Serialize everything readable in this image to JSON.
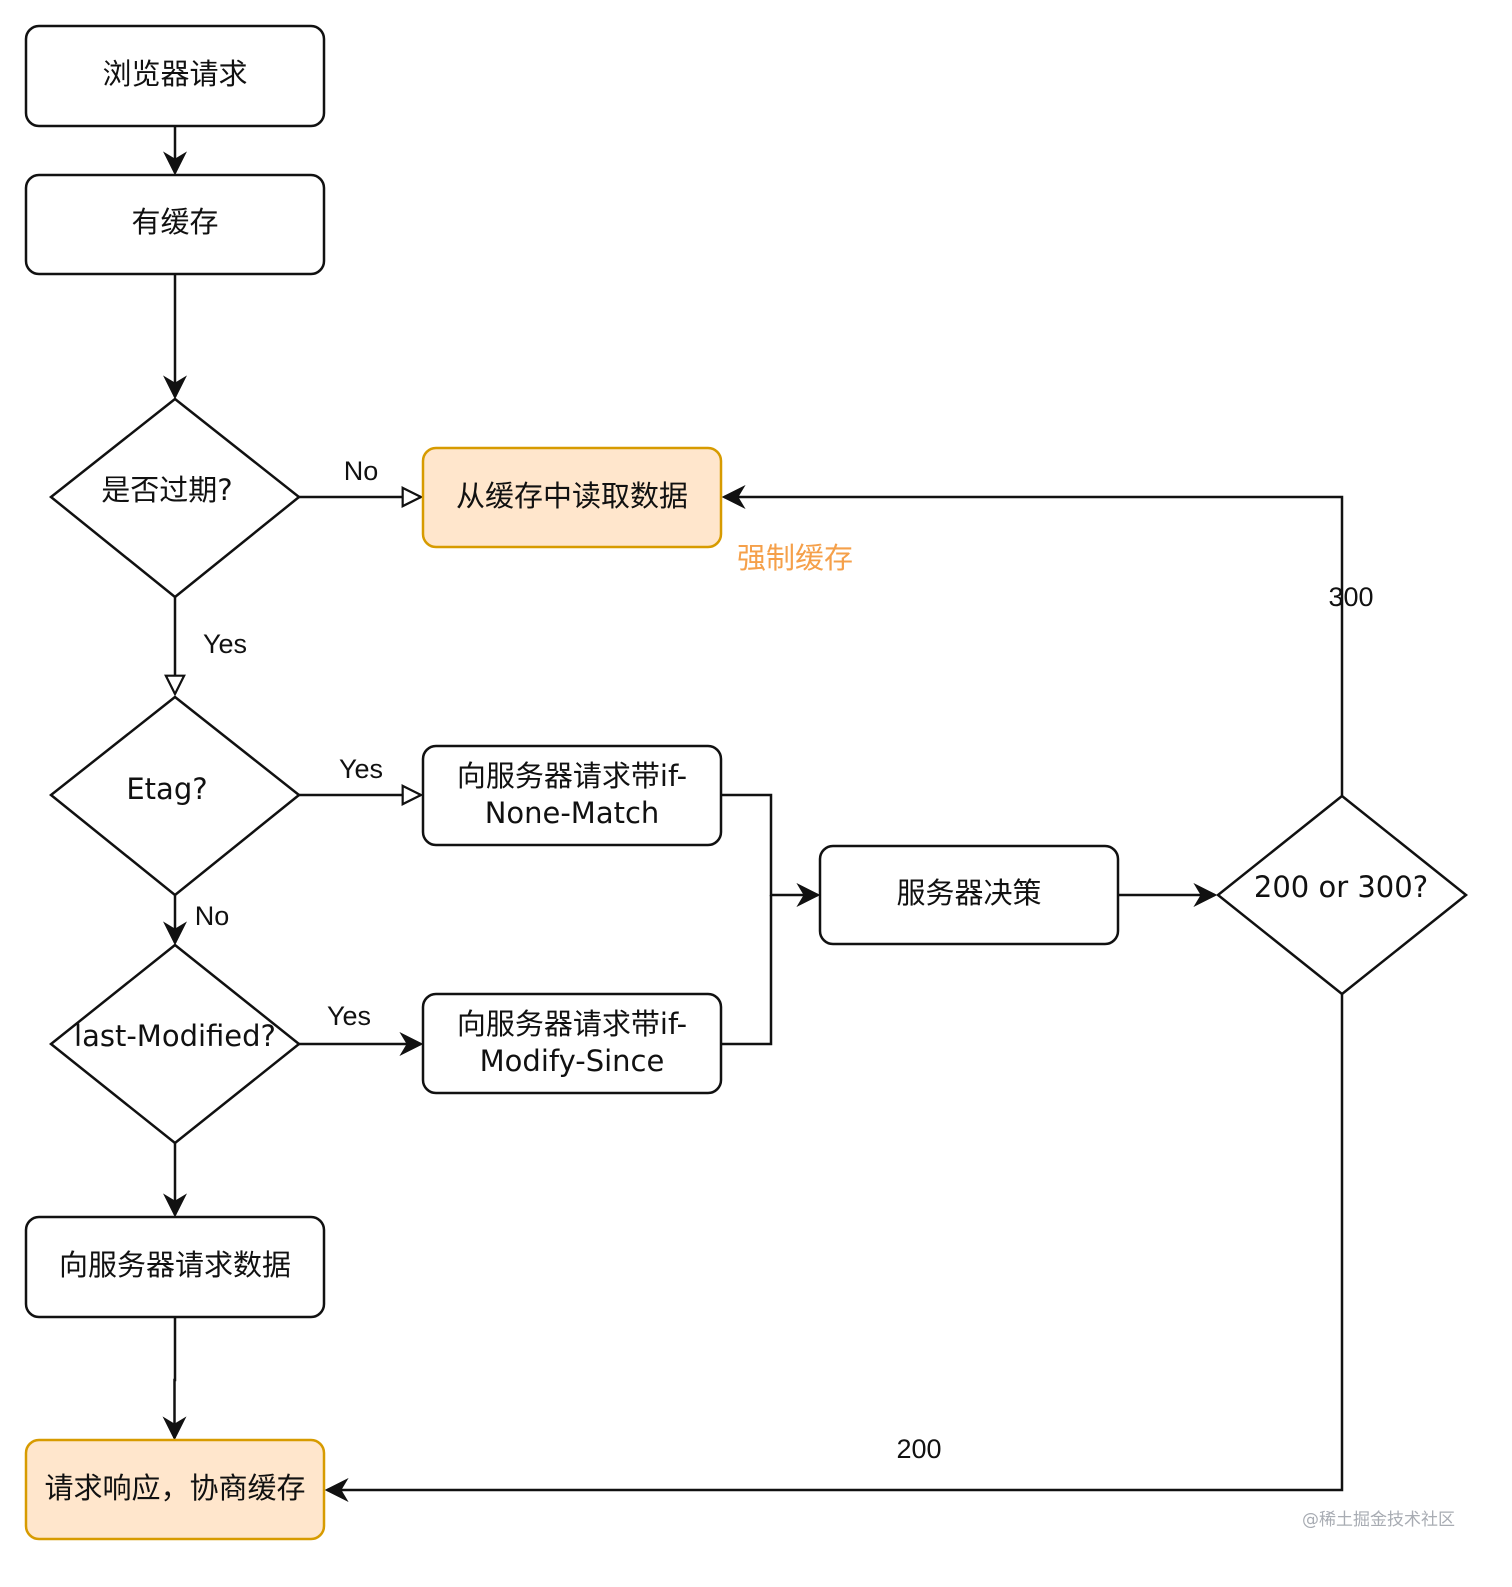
{
  "colors": {
    "stroke": "#111111",
    "highlight_fill": "#ffe6cc",
    "highlight_stroke": "#d79b00",
    "note": "#f5a04a",
    "watermark": "#a8acb3"
  },
  "nodes": {
    "browser_request": "浏览器请求",
    "has_cache": "有缓存",
    "is_expired": "是否过期?",
    "read_from_cache": "从缓存中读取数据",
    "etag": "Etag?",
    "if_none_match": [
      "向服务器请求带if-",
      "None-Match"
    ],
    "last_modified": "last-Modified?",
    "if_modify_since": [
      "向服务器请求带if-",
      "Modify-Since"
    ],
    "server_decision": "服务器决策",
    "status_check": "200 or 300?",
    "request_data": "向服务器请求数据",
    "response_negotiate": "请求响应，协商缓存"
  },
  "edge_labels": {
    "expired_no": "No",
    "expired_yes": "Yes",
    "etag_yes": "Yes",
    "etag_no": "No",
    "lastmod_yes": "Yes",
    "status_300": "300",
    "status_200": "200"
  },
  "annotations": {
    "strong_cache": "强制缓存"
  },
  "watermark": "@稀土掘金技术社区"
}
